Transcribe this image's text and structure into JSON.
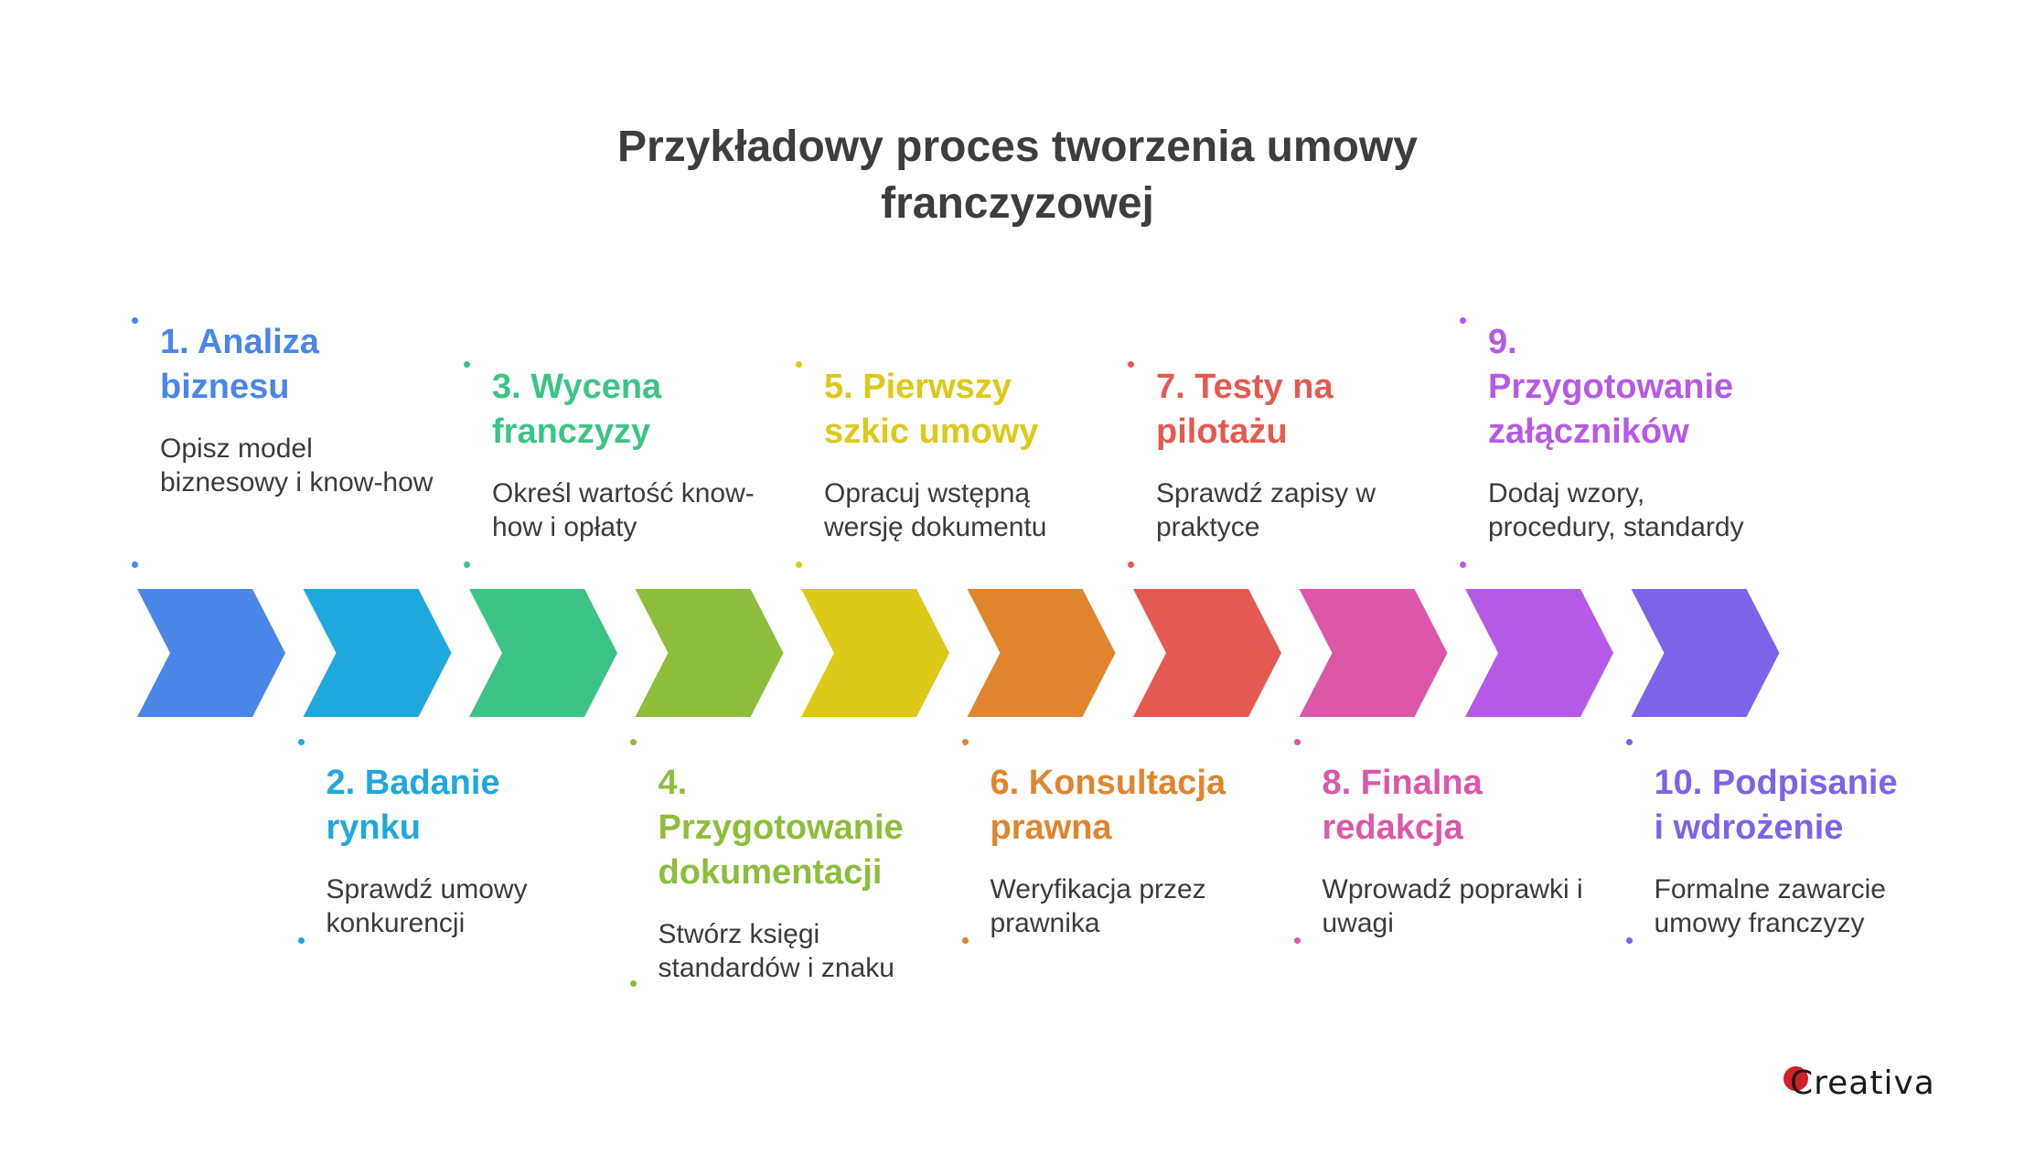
{
  "title": {
    "line1": "Przykładowy proces tworzenia umowy",
    "line2": "franczyzowej"
  },
  "steps": [
    {
      "title": [
        "1. Analiza",
        "biznesu"
      ],
      "desc": "Opisz model biznesowy i know-how",
      "color": "#4a86e8"
    },
    {
      "title": [
        "2. Badanie",
        "rynku"
      ],
      "desc": "Sprawdź umowy konkurencji",
      "color": "#1fa8dd"
    },
    {
      "title": [
        "3. Wycena",
        "franczyzy"
      ],
      "desc": "Określ wartość know-how i opłaty",
      "color": "#3cc486"
    },
    {
      "title": [
        "4.",
        "Przygotowanie",
        "dokumentacji"
      ],
      "desc": "Stwórz księgi standardów i znaku",
      "color": "#8dbd3a"
    },
    {
      "title": [
        "5. Pierwszy",
        "szkic umowy"
      ],
      "desc": "Opracuj wstępną wersję dokumentu",
      "color": "#dcc918"
    },
    {
      "title": [
        "6. Konsultacja",
        "prawna"
      ],
      "desc": "Weryfikacja przez prawnika",
      "color": "#e0852e"
    },
    {
      "title": [
        "7. Testy na",
        "pilotażu"
      ],
      "desc": "Sprawdź zapisy w praktyce",
      "color": "#e45a52"
    },
    {
      "title": [
        "8. Finalna",
        "redakcja"
      ],
      "desc": "Wprowadź poprawki i uwagi",
      "color": "#dd57a8"
    },
    {
      "title": [
        "9.",
        "Przygotowanie",
        "załączników"
      ],
      "desc": "Dodaj wzory, procedury, standardy",
      "color": "#b55ae6"
    },
    {
      "title": [
        "10. Podpisanie",
        "i wdrożenie"
      ],
      "desc": "Formalne zawarcie umowy franczyzy",
      "color": "#7d63e8"
    }
  ],
  "logo": {
    "text": "Creativa",
    "dot_color": "#d32027"
  }
}
